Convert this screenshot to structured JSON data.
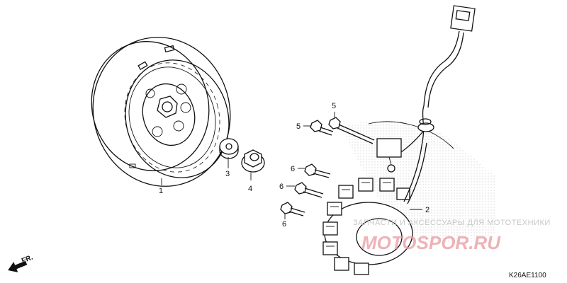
{
  "callouts": {
    "c1": "1",
    "c2": "2",
    "c3": "3",
    "c4": "4",
    "c5a": "5",
    "c5b": "5",
    "c6a": "6",
    "c6b": "6",
    "c6c": "6"
  },
  "watermark": {
    "tagline": "ЗАПЧАСТИ И АКСЕССУАРЫ ДЛЯ МОТОТЕХНИКИ",
    "logo": "MOTOSPOR.RU"
  },
  "direction_label": "FR.",
  "diagram_code": "K26AE1100"
}
